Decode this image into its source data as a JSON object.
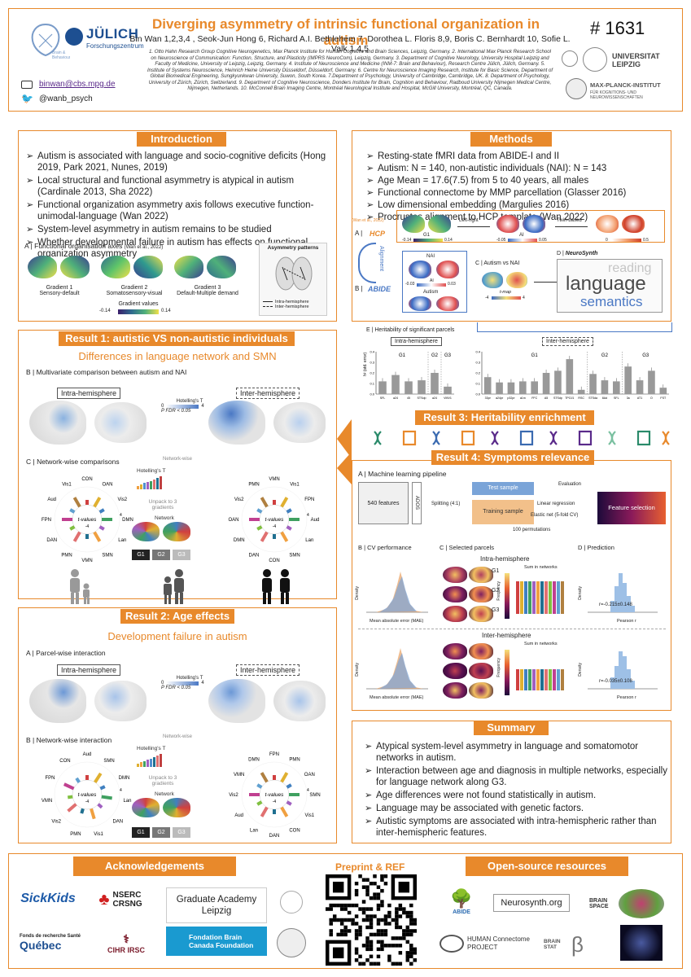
{
  "header": {
    "title": "Diverging asymmetry of intrinsic functional organization in autism",
    "authors": "Bin Wan 1,2,3,4 , Seok-Jun Hong 6, Richard A.I. Bethlehem 7,  Dorothea L. Floris 8,9, Boris C. Bernhardt 10, Sofie L. Valk 1,4,5",
    "poster_number": "# 1631",
    "affiliations": "1. Otto Hahn Research Group Cognitive Neurogenetics, Max Planck Institute for Human Cognitive and Brain Sciences, Leipzig, Germany. 2. International Max Planck Research School on Neuroscience of Communication: Function, Structure, and Plasticity (IMPRS NeuroCom), Leipzig, Germany. 3. Department of Cognitive Neurology, University Hospital Leipzig and Faculty of Medicine, University of Leipzig, Leipzig, Germany. 4. Institute of Neuroscience and Medicine (INM-7: Brain and Behaviour), Research Centre Jülich, Jülich, Germany. 5. Institute of Systems Neuroscience, Heinrich Heine University Düsseldorf, Düsseldorf, Germany. 6. Centre for Neuroscience Imaging Research, Institute for Basic Science, Department of Global Biomedical Engineering, Sungkyunkwan University, Suwon, South Korea. 7.Department of Psychology, University of Cambridge, Cambridge, UK. 8. Department of Psychology, University of Zürich, Zürich, Switzerland. 9. Department of Cognitive Neuroscience, Donders Institute for Brain, Cognition and Behaviour, Radboud University Nijmegen Medical Centre, Nijmegen, Netherlands. 10. McConnell Brain Imaging Centre, Montréal Neurological Institute and Hospital, McGill University, Montréal, QC, Canada.",
    "email": "binwan@cbs.mpg.de",
    "twitter": "@wanb_psych",
    "julich": "JÜLICH",
    "julich_sub": "Forschungszentrum",
    "leipzig": "UNIVERSITAT LEIPZIG",
    "mpi": "MAX-PLANCK-INSTITUT",
    "mpi_sub": "FÜR KOGNITIONS- UND NEUROWISSENSCHAFTEN"
  },
  "intro": {
    "title": "Introduction",
    "bullets": [
      "Autism is associated with language and socio-cognitive deficits (Hong 2019, Park 2021, Nunes, 2019)",
      "Local structural and functional asymmetry is atypical in autism (Cardinale 2013, Sha 2022)",
      "Functional organization asymmetry axis follows executive function-unimodal-language (Wan 2022)",
      "System-level asymmetry in autism remains to be studied",
      "Whether developmental failure in autism has effects on functional organization asymmetry"
    ],
    "panel_a": "A | Functional organisation axes",
    "panel_a_ref": "(Wan et al., 2022)",
    "gradient1": "Gradient 1",
    "gradient1_sub": "Sensory-default",
    "gradient2": "Gradient 2",
    "gradient2_sub": "Somatosensory-visual",
    "gradient3": "Gradient 3",
    "gradient3_sub": "Default-Multiple demand",
    "gradient_values": "Gradient values",
    "cb_min": "-0.14",
    "cb_max": "0.14",
    "asym_title": "Asymmetry patterns",
    "intra": "Intra-hemisphere",
    "inter": "Inter-hemisphere"
  },
  "methods": {
    "title": "Methods",
    "bullets": [
      "Resting-state fMRI data from ABIDE-I and II",
      "Autism: N = 140, non-autistic individuals (NAI): N = 143",
      "Age Mean = 17.6(7.5) from 5 to 40 years, all males",
      "Functional connectome by MMP parcellation (Glasser 2016)",
      "Low dimensional embedding (Margulies 2016)",
      "Procrustes alignment to HCP template (Wan 2022)"
    ],
    "ref": "(Wan et al., 2022)",
    "a": "A |",
    "hcp": "HCP",
    "b": "B |",
    "abide": "ABIDE",
    "alignment": "Alignment",
    "g1": "G1",
    "g1_min": "-0.14",
    "g1_max": "0.14",
    "left_right": "Left-right",
    "ai": "AI",
    "ai_min": "-0.05",
    "ai_max": "0.05",
    "twin": "Twin-based",
    "h_min": "0",
    "h_max": "0.5",
    "nai": "NAI",
    "autism": "Autism",
    "nai_min": "-0.03",
    "nai_max": "0.03",
    "c": "C | Autism vs NAI",
    "tmap": "t-map",
    "t_min": "-4",
    "t_max": "4",
    "d": "D |",
    "neurosynth": "NeuroSynth",
    "wc_language": "language",
    "wc_semantics": "semantics",
    "wc_reading": "reading",
    "e": "E | Heritability of significant parcels",
    "e_intra": "Intra-hemisphere",
    "e_inter": "Inter-hemisphere",
    "e_ylabel": "h² (std. error)"
  },
  "heritability": {
    "intra_groups": [
      "G1",
      "G2",
      "G3"
    ],
    "inter_groups": [
      "G1",
      "G2",
      "G3"
    ],
    "intra_ticks": [
      "SFL",
      "a24",
      "45",
      "STSdp",
      "a24",
      "VMV1"
    ],
    "inter_ticks": [
      "33pr",
      "a24pr",
      "p32pr",
      "a1m",
      "FFC",
      "A5",
      "STSdp",
      "TPOJ1",
      "RSC",
      "STSda",
      "8Ad",
      "SFL",
      "3a",
      "AT1",
      "O",
      "FST"
    ],
    "y_ticks": [
      "0.0",
      "0.1",
      "0.2",
      "0.3",
      "0.4"
    ],
    "chart_data": {
      "type": "bar",
      "intra_values": [
        0.12,
        0.18,
        0.12,
        0.13,
        0.2,
        0.07
      ],
      "inter_values": [
        0.16,
        0.11,
        0.11,
        0.12,
        0.12,
        0.2,
        0.22,
        0.33,
        0.04,
        0.19,
        0.13,
        0.12,
        0.26,
        0.13,
        0.22,
        0.06
      ],
      "ylim": [
        0,
        0.4
      ]
    }
  },
  "result1": {
    "title": "Result 1: autistic VS non-autistic individuals",
    "subtitle": "Differences in language network and SMN",
    "b": "B | Multivariate comparison between autism and NAI",
    "intra": "Intra-hemisphere",
    "inter": "Inter-hemisphere",
    "hotelling": "Hotelling's T",
    "cb_min": "0",
    "cb_max": "4",
    "pfdr": "P FDR < 0.05",
    "c": "C | Network-wise comparisons",
    "network_wise": "Network-wise",
    "unpack": "Unpack to 3 gradients",
    "network": "Network",
    "g1": "G1",
    "g2": "G2",
    "g3": "G3",
    "tvalues": "t-values",
    "tmin": "-4",
    "tmax": "4",
    "left_nets": [
      "CON",
      "OAN",
      "Vis2",
      "DMN",
      "Lan",
      "SMN",
      "VMN",
      "PMN",
      "DAN",
      "FPN",
      "Aud",
      "Vis1"
    ],
    "right_nets": [
      "VMN",
      "Vis1",
      "FPN",
      "Aud",
      "Lan",
      "SMN",
      "CON",
      "DAN",
      "DMN",
      "OAN",
      "Vis2",
      "PMN"
    ]
  },
  "result2": {
    "title": "Result 2: Age effects",
    "subtitle": "Development failure in autism",
    "a": "A | Parcel-wise interaction",
    "intra": "Intra-hemisphere",
    "inter": "Inter-hemisphere",
    "hotelling": "Hotelling's T",
    "cb_min": "0",
    "cb_max": "4",
    "pfdr": "P FDR < 0.05",
    "b": "B | Network-wise interaction",
    "network_wise": "Network-wise",
    "unpack": "Unpack to 3 gradients",
    "network": "Network",
    "g1": "G1",
    "g2": "G2",
    "g3": "G3",
    "tvalues": "t-values",
    "tmin": "-4",
    "tmax": "4",
    "left_nets": [
      "Aud",
      "SMN",
      "DMN",
      "Lan",
      "DAN",
      "Vis1",
      "PMN",
      "Vis2",
      "VMN",
      "FPN",
      "CON"
    ],
    "right_nets": [
      "FPN",
      "PMN",
      "OAN",
      "SMN",
      "Vis1",
      "CON",
      "DAN",
      "Lan",
      "Aud",
      "Vis2",
      "VMN",
      "DMN"
    ]
  },
  "result3": {
    "title": "Result 3: Heritability enrichment"
  },
  "result4": {
    "title": "Result 4: Symptoms relevance",
    "a": "A | Machine learning pipeline",
    "features": "540 features",
    "ados": "ADOS",
    "splitting": "Splitting (4:1)",
    "test": "Test sample",
    "training": "Training sample",
    "evaluation": "Evaluation",
    "linreg": "Linear regression",
    "elastic": "Elastic net (5-fold CV)",
    "feature_sel": "Feature selection",
    "perms": "100 permutations",
    "b": "B | CV performance",
    "c": "C | Selected parcels",
    "d": "D | Prediction",
    "intra": "Intra-hemisphere",
    "inter": "Inter-hemisphere",
    "density": "Density",
    "mae": "Mean absolute error (MAE)",
    "frequency": "Frequency",
    "sum_networks": "Sum in networks",
    "pearson": "Pearson r",
    "r_intra": "r=-0.215±0.148",
    "r_inter": "r=-0.035±0.108",
    "g1": "G1",
    "g2": "G2",
    "g3": "G3"
  },
  "summary": {
    "title": "Summary",
    "bullets": [
      "Atypical system-level asymmetry in language and somatomotor networks in autism.",
      "Interaction between age and diagnosis in multiple networks, especially for language network along G3.",
      "Age differences were not found statistically in autism.",
      "Language may be associated with genetic factors.",
      "Autistic symptoms are associated with intra-hemispheric rather than inter-hemispheric features."
    ]
  },
  "footer": {
    "ack": "Acknowledgements",
    "preprint": "Preprint & REF",
    "open_source": "Open-source resources",
    "sickkids": "SickKids",
    "nserc": "NSERC",
    "crsng": "CRSNG",
    "grad_academy": "Graduate Academy Leipzig",
    "fonds": "Fonds de recherche Santé",
    "quebec": "Québec",
    "cihr": "CIHR IRSC",
    "bcf": "Fondation Brain Canada Foundation",
    "abide": "ABIDE",
    "neurosynth": "Neurosynth.org",
    "brainspace": "BRAIN SPACE",
    "hcp": "HUMAN Connectome PROJECT",
    "brainstat": "BRAIN STAT"
  },
  "colors": {
    "accent": "#e8892b",
    "blue": "#4a78c4"
  }
}
